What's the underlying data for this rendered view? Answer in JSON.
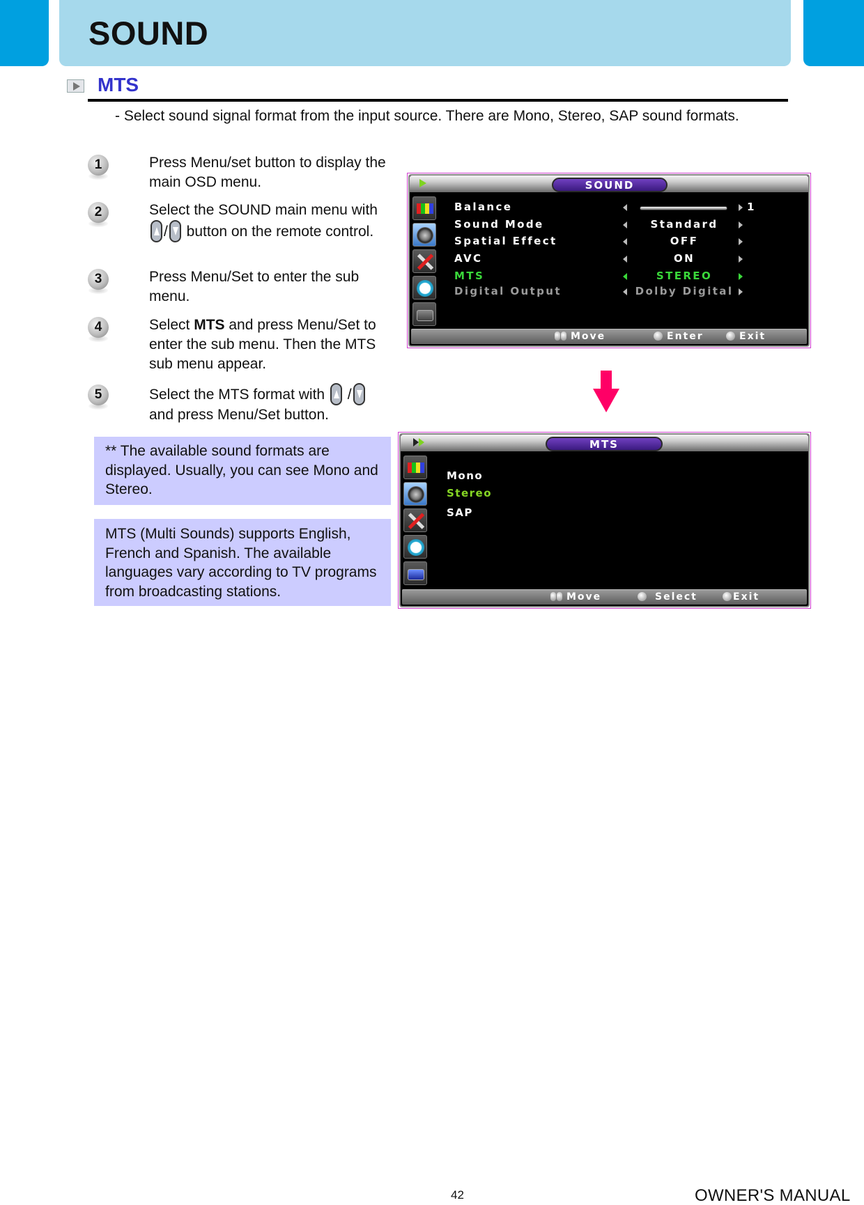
{
  "header": {
    "title": "SOUND",
    "colors": {
      "band_dark": "#00a0e0",
      "band_light": "#a6d9ec"
    }
  },
  "section": {
    "icon": "play-triangle-icon",
    "title": "MTS",
    "title_color": "#3333cc",
    "description": "- Select sound signal format from the input source. There are Mono, Stereo, SAP sound formats."
  },
  "steps": [
    {
      "number": "1",
      "text": "Press Menu/set button to display the main OSD menu."
    },
    {
      "number": "2",
      "text_before": "Select the SOUND main menu with ",
      "sep": "/",
      "text_after": " button on the remote control.",
      "icons": [
        "remote-up-button-icon",
        "remote-down-button-icon"
      ]
    },
    {
      "number": "3",
      "text": "Press Menu/Set to enter the sub menu."
    },
    {
      "number": "4",
      "text_before": "Select ",
      "bold": "MTS",
      "text_after": " and press Menu/Set to enter the sub menu. Then the MTS sub menu appear."
    },
    {
      "number": "5",
      "text_before": "Select the MTS format with ",
      "sep": "/",
      "text_after": "and press Menu/Set button.",
      "icons": [
        "remote-up-button-icon",
        "remote-down-button-icon"
      ]
    }
  ],
  "notes": [
    {
      "text": "** The available sound formats are displayed. Usually, you can see Mono and Stereo."
    },
    {
      "text": "MTS (Multi Sounds) supports English, French and Spanish. The available languages vary according to TV programs from broadcasting stations."
    }
  ],
  "osd_sound": {
    "title": "SOUND",
    "side_icons": [
      "picture-icon",
      "sound-icon",
      "setup-tools-icon",
      "timer-clock-icon",
      "tv-channel-icon"
    ],
    "active_icon": "sound-icon",
    "rows": [
      {
        "label": "Balance",
        "value": "",
        "extra": "1",
        "type": "slider"
      },
      {
        "label": "Sound Mode",
        "value": "Standard"
      },
      {
        "label": "Spatial Effect",
        "value": "OFF"
      },
      {
        "label": "AVC",
        "value": "ON"
      },
      {
        "label": "MTS",
        "value": "STEREO",
        "highlighted": true
      },
      {
        "label": "Digital Output",
        "value": "Dolby Digital",
        "dimmed": true
      }
    ],
    "hints": {
      "move": "Move",
      "enter": "Enter",
      "exit": "Exit"
    },
    "highlight_color": "#3ad83a"
  },
  "transition_arrow": {
    "icon": "down-arrow-icon",
    "color": "#ff0066"
  },
  "osd_mts": {
    "title": "MTS",
    "side_icons": [
      "picture-icon",
      "sound-icon",
      "setup-tools-icon",
      "timer-clock-icon",
      "tv-channel-icon"
    ],
    "active_icon": "sound-icon",
    "options": [
      {
        "label": "Mono"
      },
      {
        "label": "Stereo",
        "highlighted": true
      },
      {
        "label": "SAP"
      }
    ],
    "hints": {
      "move": "Move",
      "select": "Select",
      "exit": "Exit"
    }
  },
  "footer": {
    "page_number": "42",
    "label": "OWNER'S MANUAL"
  }
}
